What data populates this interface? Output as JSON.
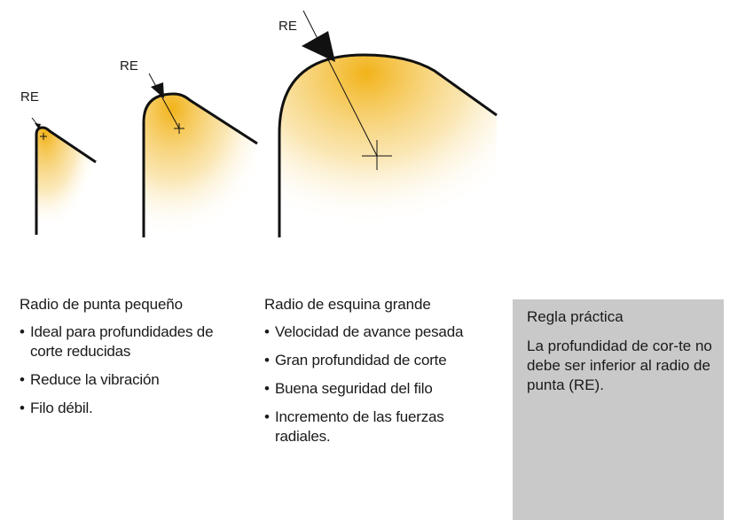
{
  "diagram": {
    "inserts": [
      {
        "size": "small",
        "label": "RE"
      },
      {
        "size": "medium",
        "label": "RE"
      },
      {
        "size": "large",
        "label": "RE"
      }
    ],
    "colors": {
      "fill_main": "#f2b319",
      "fill_fade": "#ffffff",
      "stroke": "#111111"
    }
  },
  "columns": [
    {
      "title": "Radio de punta pequeño",
      "items": [
        "Ideal para profundidades de corte reducidas",
        "Reduce la vibración",
        "Filo débil."
      ]
    },
    {
      "title": "Radio de esquina grande",
      "items": [
        "Velocidad de avance pesada",
        "Gran profundidad de corte",
        "Buena seguridad del filo",
        "Incremento de las fuerzas radiales."
      ]
    }
  ],
  "rule_box": {
    "title": "Regla práctica",
    "text": "La profundidad de cor-te no debe ser inferior al radio de punta (RE).",
    "background": "#c9c9c9"
  }
}
